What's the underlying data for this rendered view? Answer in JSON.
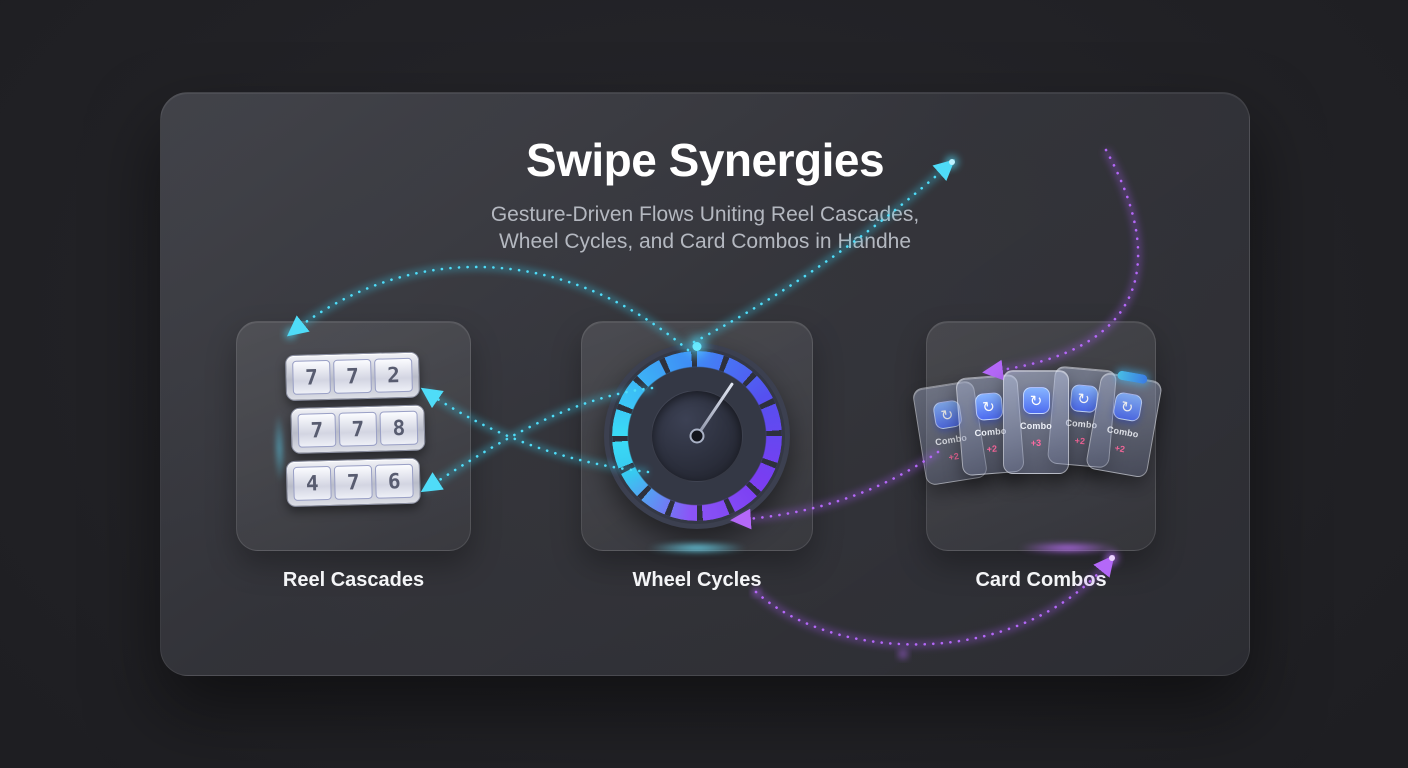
{
  "header": {
    "title": "Swipe Synergies",
    "subtitle_line1": "Gesture-Driven Flows Uniting Reel Cascades,",
    "subtitle_line2": "Wheel Cycles, and Card Combos in Handhe"
  },
  "panels": [
    {
      "id": "reel-cascades",
      "label": "Reel Cascades"
    },
    {
      "id": "wheel-cycles",
      "label": "Wheel Cycles"
    },
    {
      "id": "card-combos",
      "label": "Card Combos"
    }
  ],
  "reels": {
    "rows": [
      [
        "7",
        "7",
        "2"
      ],
      [
        "7",
        "7",
        "8"
      ],
      [
        "4",
        "7",
        "6"
      ]
    ]
  },
  "cards": {
    "label": "Combo",
    "badge_plus2": "+2",
    "badge_plus3": "+3",
    "icon_glyph": "↻"
  },
  "colors": {
    "cyan": "#3ad4f2",
    "purple": "#a85cf7",
    "blue": "#4b6bf5"
  }
}
